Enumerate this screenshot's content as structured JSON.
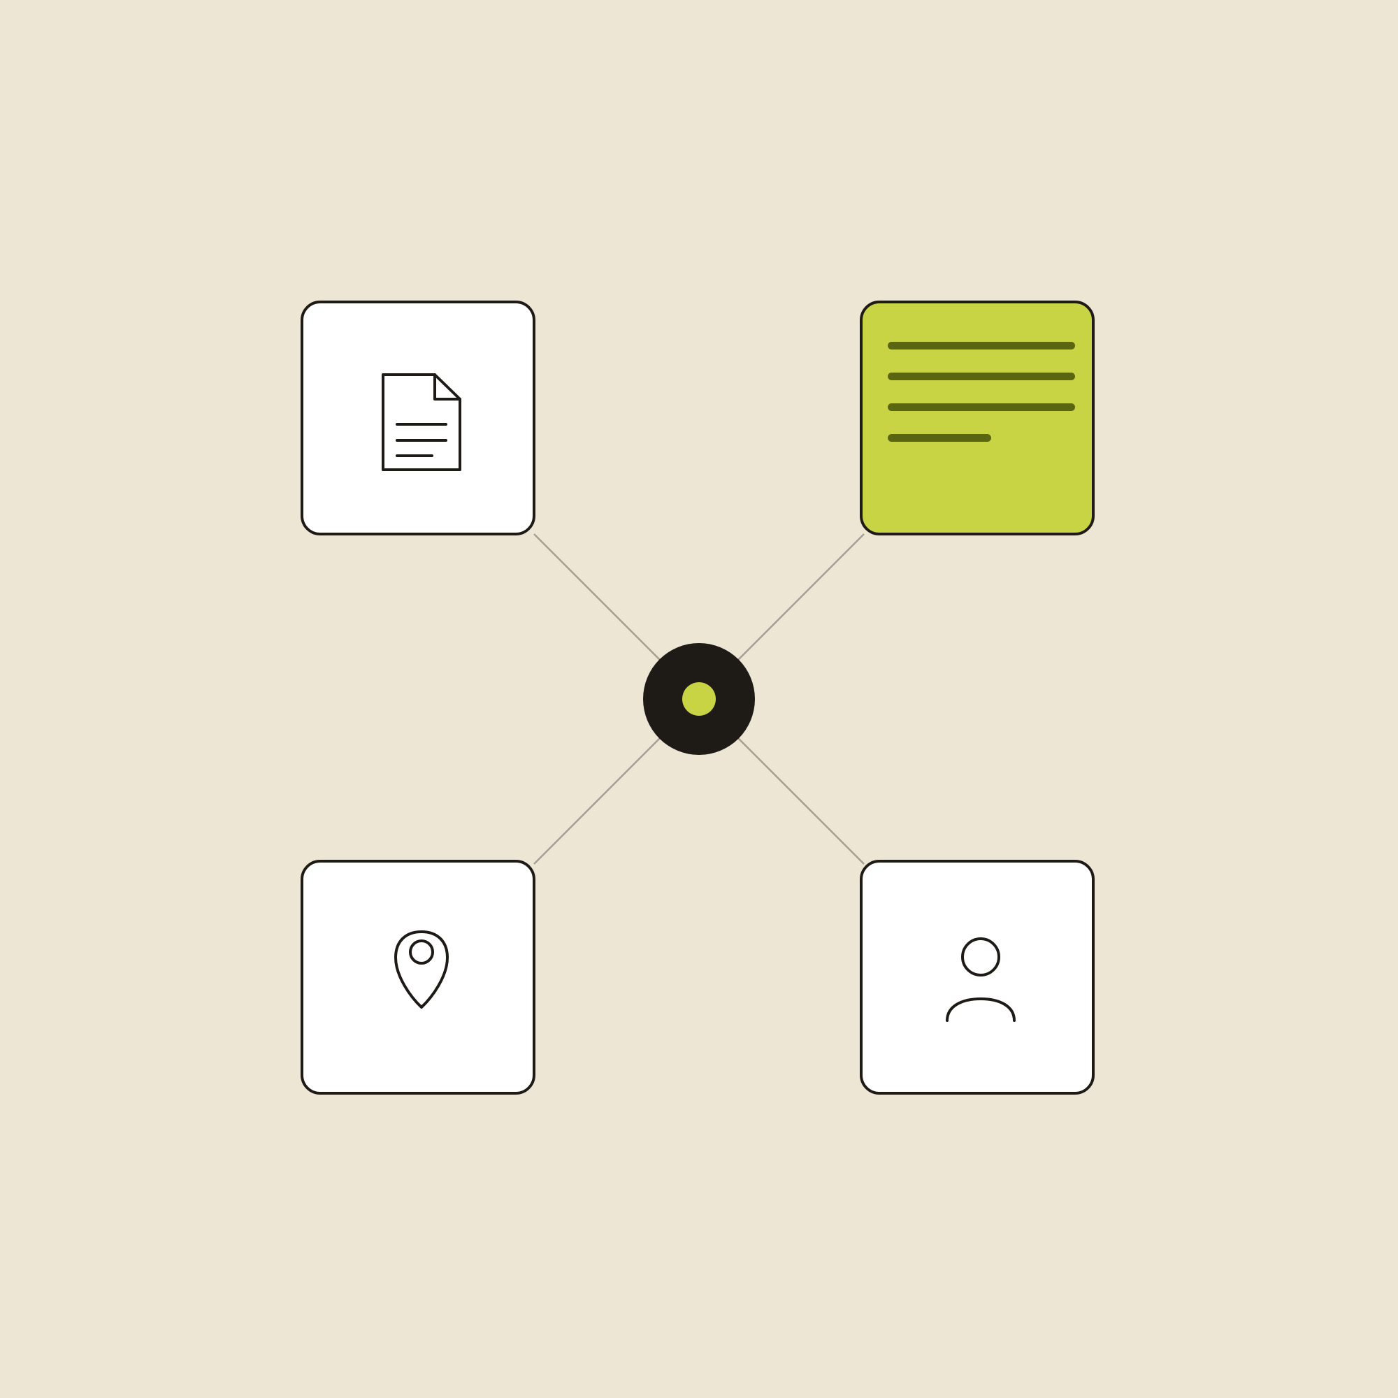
{
  "colors": {
    "background": "#ede6d4",
    "card_fill": "#ffffff",
    "card_border": "#1e1a16",
    "accent": "#c8d443",
    "accent_line": "#5a6512",
    "connector": "#a39f93",
    "hub": "#1e1a16"
  },
  "nodes": [
    {
      "id": "document",
      "icon": "document-icon",
      "highlighted": false
    },
    {
      "id": "notes",
      "icon": "text-lines-icon",
      "highlighted": true,
      "line_count": 4
    },
    {
      "id": "location",
      "icon": "location-pin-icon",
      "highlighted": false
    },
    {
      "id": "person",
      "icon": "person-icon",
      "highlighted": false
    }
  ],
  "hub": {
    "icon": "hub-dot-icon"
  }
}
